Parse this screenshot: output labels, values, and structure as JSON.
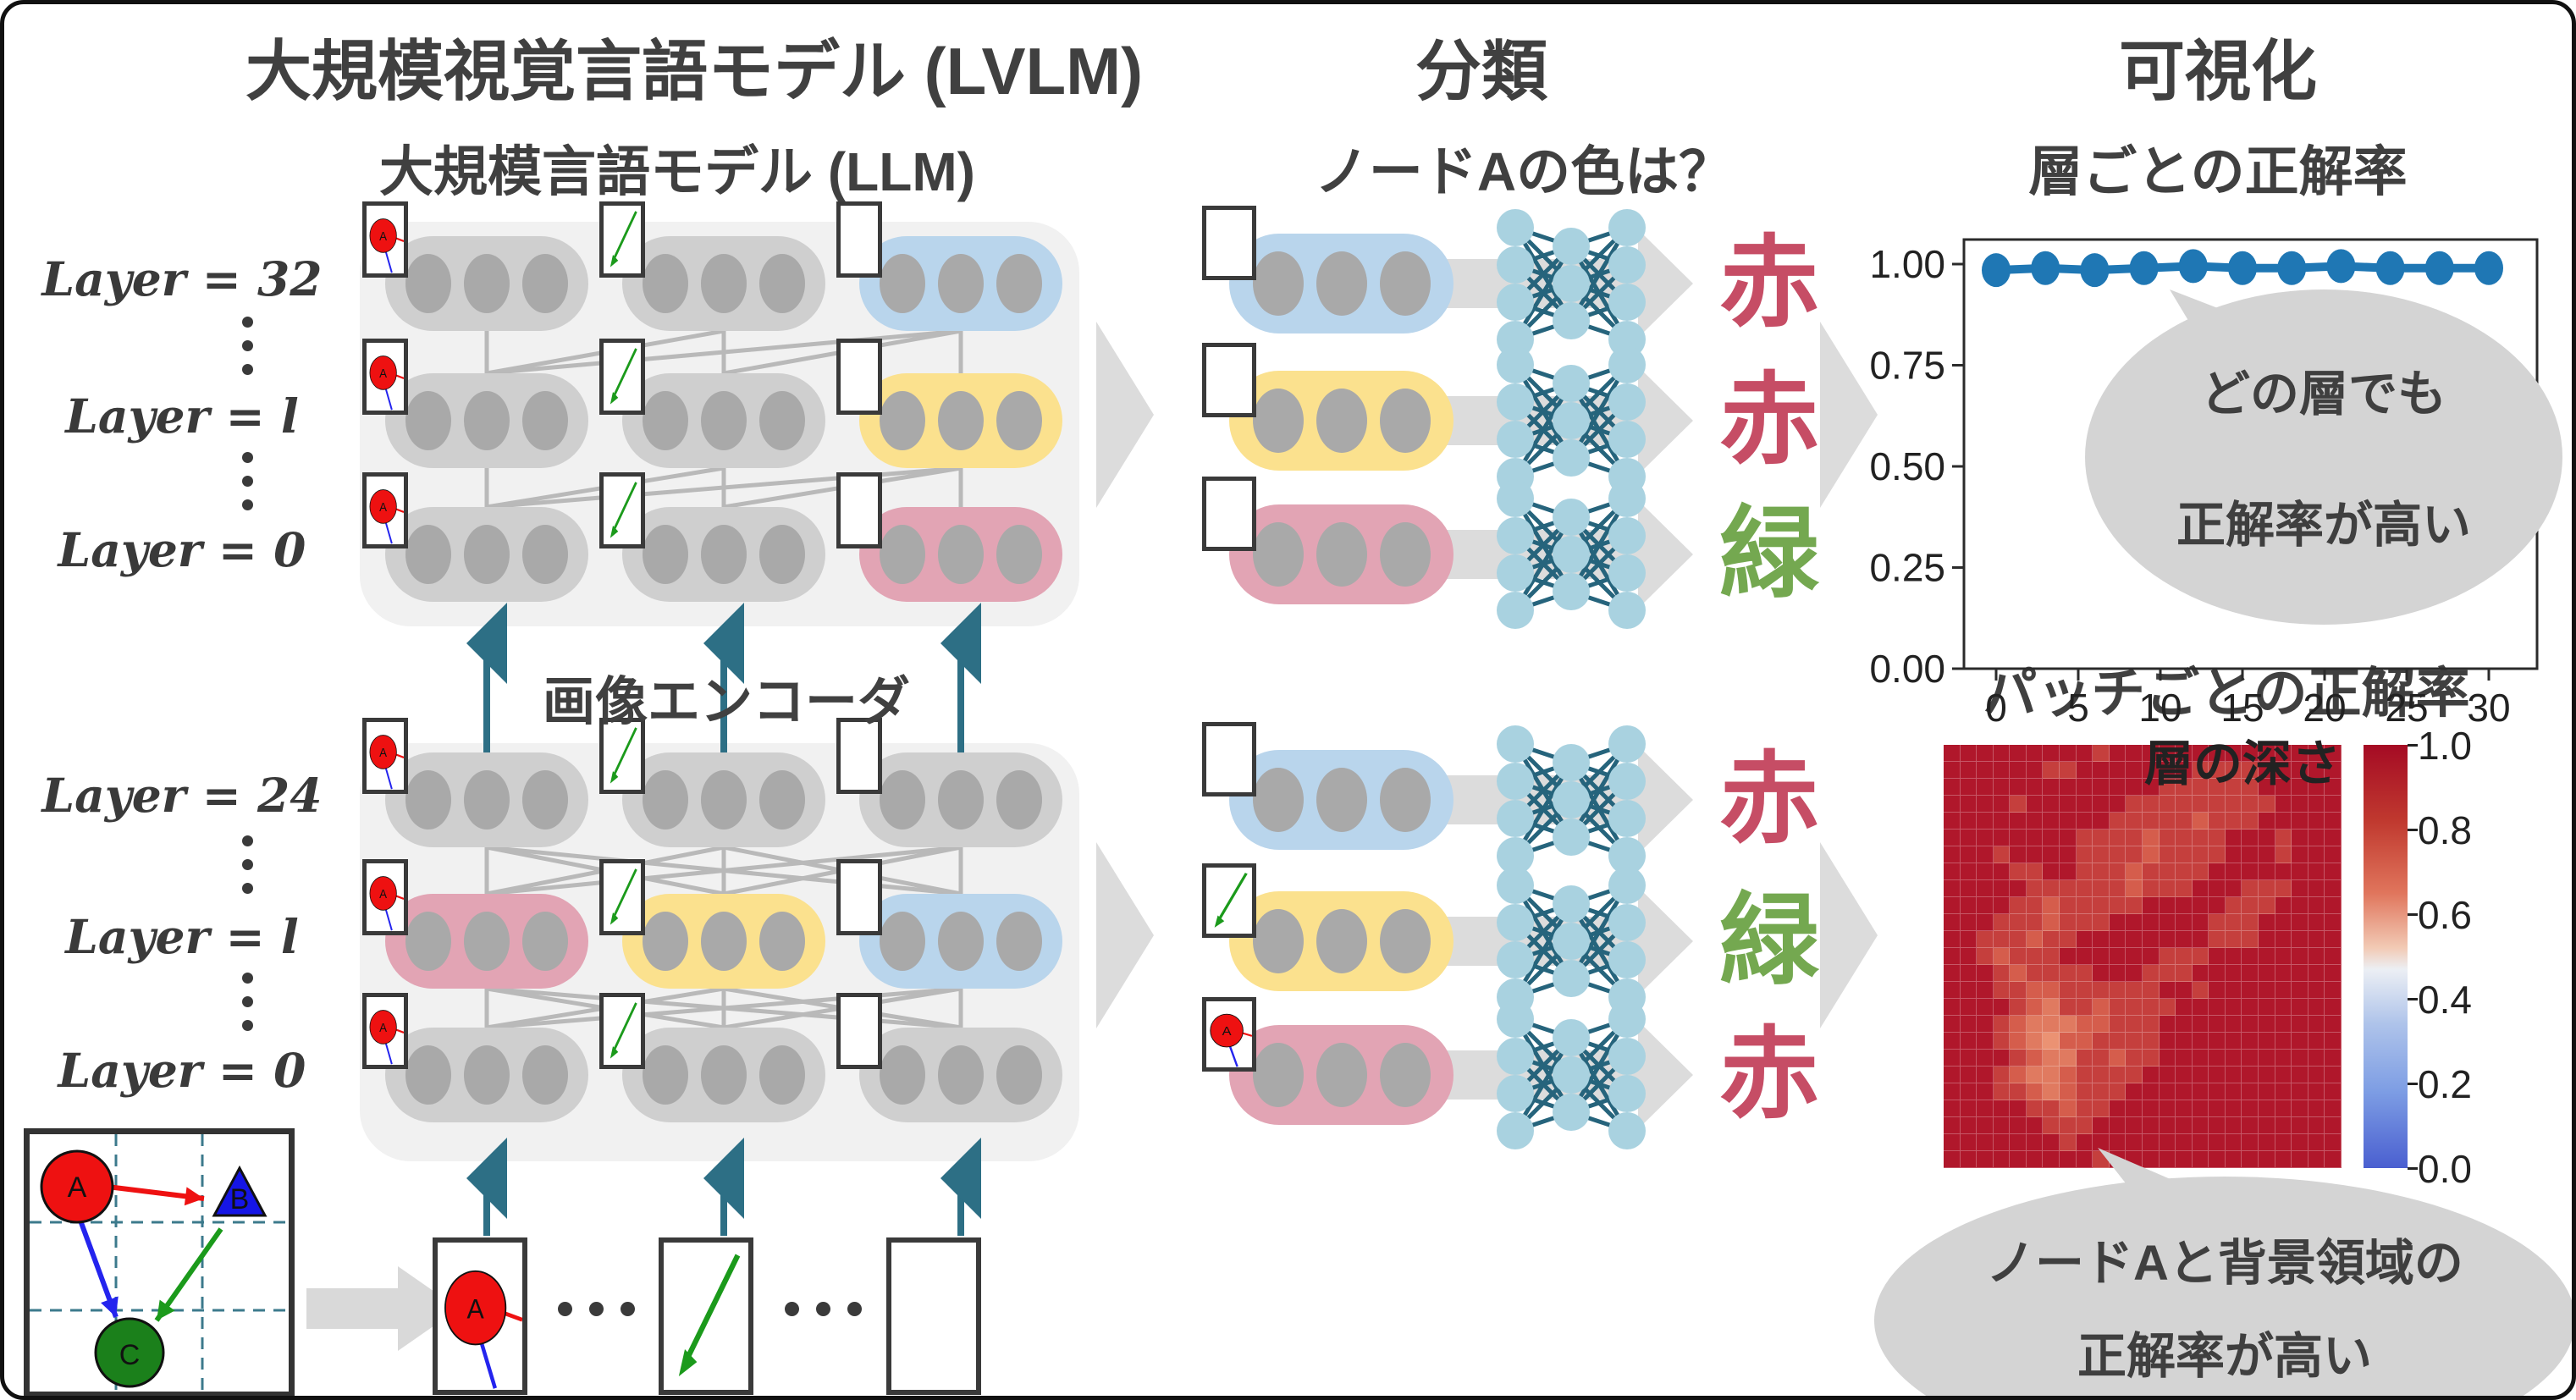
{
  "colors": {
    "crimson": "#c64d65",
    "green": "#74a850",
    "pill_gray": "#cfcfcf",
    "pill_blue": "#b9d5ec",
    "pill_yellow": "#fbe18e",
    "pill_pink": "#e2a4b4",
    "dot_gray": "#a9a9a9",
    "teal_arrow": "#2d6f85",
    "block_bg": "#f1f1f1",
    "conn_gray": "#b9b9b9",
    "nn_node": "#a9d2e0",
    "nn_edge": "#26647c",
    "big_arrow_gray": "#dcdcdc",
    "bubble_gray": "#d4d4d4",
    "chart_blue": "#1f77b4",
    "text_dark": "#3f3f3f"
  },
  "header": {
    "lvlm": "大規模視覚言語モデル (LVLM)",
    "classification": "分類",
    "visualization": "可視化"
  },
  "lvlm": {
    "llm": {
      "title": "大規模言語モデル (LLM)",
      "layers": [
        "Layer = 32",
        "Layer = l",
        "Layer = 0"
      ],
      "pill_rows": [
        [
          "gray",
          "gray",
          "blue"
        ],
        [
          "gray",
          "gray",
          "yellow"
        ],
        [
          "gray",
          "gray",
          "pink"
        ]
      ],
      "patches": [
        "node-a",
        "green-arrow",
        "empty"
      ],
      "attention": "causal"
    },
    "encoder": {
      "title": "画像エンコーダ",
      "layers": [
        "Layer = 24",
        "Layer = l",
        "Layer = 0"
      ],
      "pill_rows": [
        [
          "gray",
          "gray",
          "gray"
        ],
        [
          "pink",
          "yellow",
          "blue"
        ],
        [
          "gray",
          "gray",
          "gray"
        ]
      ],
      "patches": [
        "node-a",
        "green-arrow",
        "empty"
      ],
      "attention": "full"
    },
    "input_image": {
      "nodes": [
        {
          "label": "A",
          "shape": "circle",
          "color": "#ee1111"
        },
        {
          "label": "B",
          "shape": "triangle",
          "color": "#1515e6"
        },
        {
          "label": "C",
          "shape": "circle",
          "color": "#1b801b"
        }
      ],
      "edges": [
        {
          "from": "A",
          "to": "B",
          "color": "#ee1111"
        },
        {
          "from": "A",
          "to": "C",
          "color": "#2424ee"
        },
        {
          "from": "B",
          "to": "C",
          "color": "#1b9a1b"
        }
      ]
    },
    "patch_tokens": [
      "node-a",
      "green-arrow",
      "empty"
    ]
  },
  "classification": {
    "question": "ノードAの色は？",
    "llm_rows": [
      {
        "patch": "empty",
        "pill": "blue",
        "answer": "赤",
        "color_key": "crimson"
      },
      {
        "patch": "empty",
        "pill": "yellow",
        "answer": "赤",
        "color_key": "crimson"
      },
      {
        "patch": "empty",
        "pill": "pink",
        "answer": "緑",
        "color_key": "green"
      }
    ],
    "encoder_rows": [
      {
        "patch": "empty",
        "pill": "blue",
        "answer": "赤",
        "color_key": "crimson"
      },
      {
        "patch": "green-arrow",
        "pill": "yellow",
        "answer": "緑",
        "color_key": "green"
      },
      {
        "patch": "node-a",
        "pill": "pink",
        "answer": "赤",
        "color_key": "crimson"
      }
    ]
  },
  "visualization": {
    "line_chart_title": "層ごとの正解率",
    "heatmap_title": "パッチごとの正解率",
    "bubble1_line1": "どの層でも",
    "bubble1_line2": "正解率が高い",
    "bubble2_line1": "ノードAと背景領域の",
    "bubble2_line2": "正解率が高い"
  },
  "chart_data": [
    {
      "type": "line",
      "title": "層ごとの正解率",
      "xlabel": "層の深さ",
      "ylabel": "",
      "x": [
        0,
        3,
        6,
        9,
        12,
        15,
        18,
        21,
        24,
        27,
        30
      ],
      "y": [
        0.985,
        0.99,
        0.985,
        0.99,
        0.995,
        0.99,
        0.99,
        0.995,
        0.99,
        0.99,
        0.99
      ],
      "xticks": [
        "0",
        "5",
        "10",
        "15",
        "20",
        "25",
        "30"
      ],
      "xtick_values": [
        0,
        5,
        10,
        15,
        20,
        25,
        30
      ],
      "yticks": [
        "1.00",
        "0.75",
        "0.50",
        "0.25",
        "0.00"
      ],
      "ytick_values": [
        1.0,
        0.75,
        0.5,
        0.25,
        0.0
      ],
      "ylim": [
        0,
        1.06
      ],
      "xlim": [
        -2,
        32
      ],
      "grid": false,
      "legend": "none",
      "line_color": "#1f77b4",
      "annotation": [
        "どの層でも",
        "正解率が高い"
      ]
    },
    {
      "type": "heatmap",
      "title": "パッチごとの正解率",
      "colormap": "coolwarm",
      "vmin": 0.0,
      "vmax": 1.0,
      "colorbar_ticks": [
        "1.0",
        "0.8",
        "0.6",
        "0.4",
        "0.2",
        "0.0"
      ],
      "value_scale": {
        "9": 1.0,
        "8": 0.93,
        "7": 0.86,
        "6": 0.79,
        "5": 0.72
      },
      "cell_colors": {
        "9": "#b0172b",
        "8": "#c53f3d",
        "7": "#d55d4c",
        "6": "#e07a60",
        "5": "#eb9273"
      },
      "rows": [
        "999999999899999999999999",
        "999999889999999888899999",
        "999999999999988888899999",
        "999989999998888888889999",
        "999999999988888788899999",
        "999999998888788889998999",
        "999899998888788889998999",
        "999988998887888899999999",
        "999998888887888999888999",
        "999988788888999998889999",
        "999888788899999988899999",
        "998887889999999988899999",
        "998788899999988899999999",
        "999878888999888999999999",
        "999887788888899899999999",
        "999987688788889999999999",
        "999876667788899999999999",
        "999876577888899999999999",
        "999987668878899999999999",
        "999876678888999999999999",
        "999887678889999999999999",
        "999998878899999999999999",
        "999999888999999999999999",
        "999999989999999999999999",
        "999999999899999999999999"
      ],
      "annotation": [
        "ノードAと背景領域の",
        "正解率が高い"
      ]
    }
  ]
}
